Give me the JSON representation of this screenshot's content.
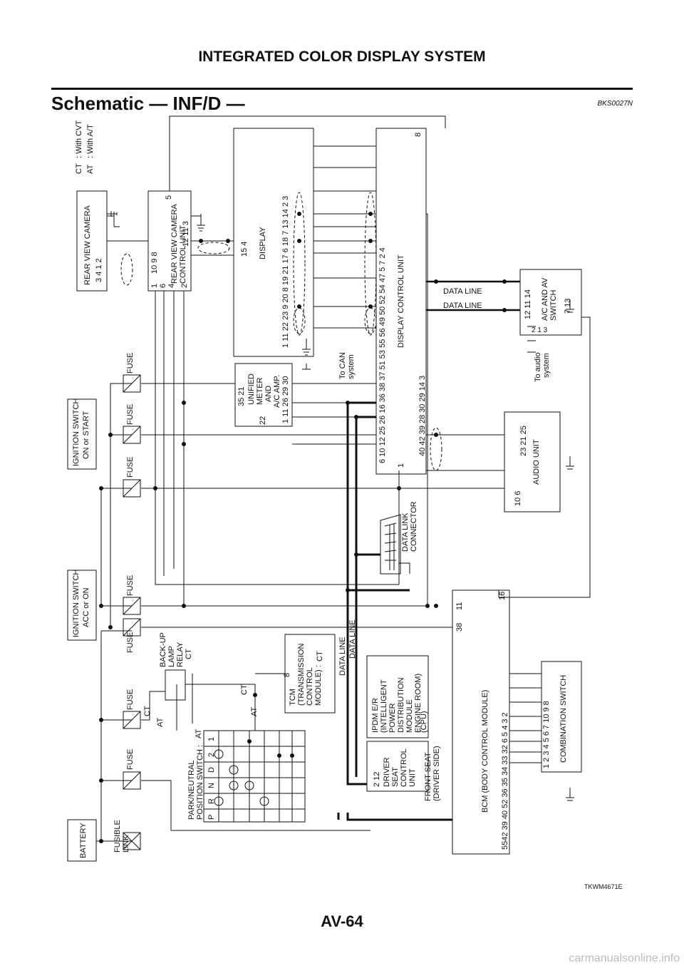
{
  "header": "INTEGRATED COLOR DISPLAY SYSTEM",
  "section_title": "Schematic — INF/D —",
  "section_code": "BKS0027N",
  "legend": [
    {
      "badge": "CT",
      "text": ": With CVT"
    },
    {
      "badge": "AT",
      "text": ": With A/T"
    }
  ],
  "components": {
    "battery": "BATTERY",
    "fusible_link": [
      "FUSIBLE",
      "LINK"
    ],
    "fuse": "FUSE",
    "ign_acc": [
      "IGNITION SWITCH",
      "ACC or ON"
    ],
    "ign_on_start": [
      "IGNITION SWITCH",
      "ON or START"
    ],
    "rear_camera": "REAR VIEW CAMERA",
    "camera_control": [
      "REAR VIEW CAMERA",
      "CONTROL UNIT"
    ],
    "display": "DISPLAY",
    "unified_meter": [
      "UNIFIED",
      "METER",
      "AND",
      "A/C AMP."
    ],
    "display_control": "DISPLAY CONTROL UNIT",
    "ac_av_switch": [
      "A/C AND AV",
      "SWITCH"
    ],
    "audio_unit": "AUDIO UNIT",
    "data_link": [
      "DATA LINK",
      "CONNECTOR"
    ],
    "bcm": "BCM (BODY CONTROL MODULE)",
    "combination_switch": "COMBINATION SWITCH",
    "ipdm": [
      "IPDM E/R",
      "(INTELLIGENT",
      "POWER",
      "DISTRIBUTION",
      "MODULE",
      "ENGINE ROOM)",
      "(CPU)"
    ],
    "driver_seat": [
      "DRIVER",
      "SEAT",
      "CONTROL",
      "UNIT"
    ],
    "front_seat": [
      "FRONT SEAT",
      "(DRIVER SIDE)"
    ],
    "tcm": [
      "TCM",
      "(TRANSMISSION",
      "CONTROL",
      "MODULE) :"
    ],
    "backup_lamp": [
      "BACK-UP",
      "LAMP",
      "RELAY"
    ],
    "park_neutral": [
      "PARK/NEUTRAL",
      "POSITION SWITCH :"
    ],
    "park_positions": [
      "P",
      "R",
      "N",
      "D",
      "2",
      "1"
    ],
    "to_can": [
      "To CAN",
      "system"
    ],
    "to_audio": [
      "To audio",
      "system"
    ],
    "data_line": "DATA LINE"
  },
  "pins": {
    "camera": "3 4 1 2",
    "camera_ctrl_left": [
      "1",
      "6",
      "4",
      "2"
    ],
    "camera_ctrl_top": "10 9 8",
    "camera_ctrl_bottom": "12 11 3",
    "camera_ctrl_5": "5",
    "display_top": "15 4",
    "display_bottom": "1 11 22 23 9 20 8 19 21 17 6 18 7 13 14 2 3",
    "meter_top": "35 21",
    "meter_22": "22",
    "meter_bottom": "1 11 26 29 30",
    "dcu_top": "6 10 12 25 26 16 36 38 37 51 53 55 56 49 50 52 54 47 5 7 2 4",
    "dcu_bottom": "40 42 39 28 30 29 14 3",
    "dcu_1": "1",
    "dcu_8": "8",
    "av_top": "12 11 14",
    "av_left": "2 1 3",
    "av_bottom": "7 13",
    "audio_top": "23 21 25",
    "audio_left": "10 6",
    "bcm_top_left": "38",
    "bcm_top_right": "11",
    "bcm_16": "16",
    "bcm_bottom": "5542 39 40 52 36 35 34 33 32 6 5 4 3 2",
    "comb_top": "1 2 3 4 5 6 7 10 9 8",
    "seat_pins": "2 12",
    "tcm_pin": "8"
  },
  "figure_code": "TKWM4671E",
  "page_number": "AV-64",
  "watermark": "carmanualsonline.info"
}
